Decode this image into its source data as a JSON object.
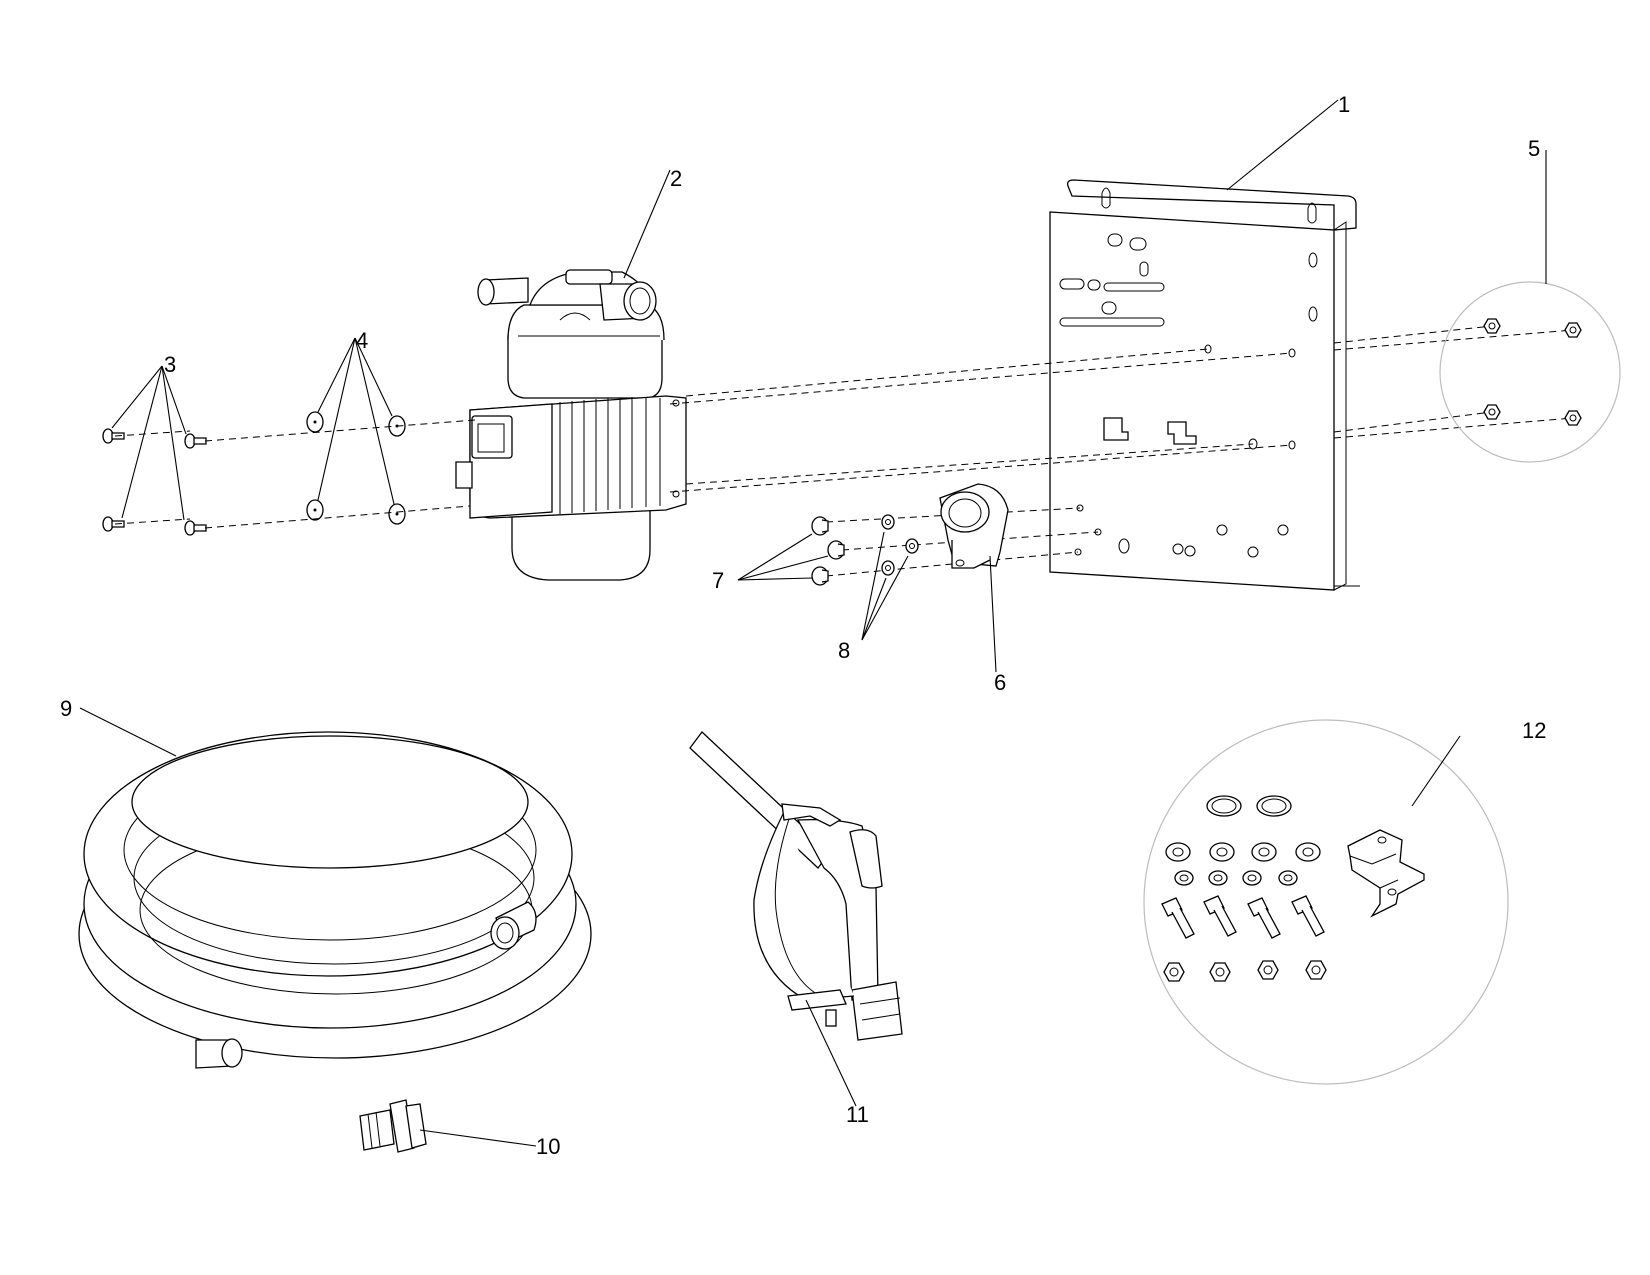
{
  "callouts": {
    "c1": "1",
    "c2": "2",
    "c3": "3",
    "c4": "4",
    "c5": "5",
    "c6": "6",
    "c7": "7",
    "c8": "8",
    "c9": "9",
    "c10": "10",
    "c11": "11",
    "c12": "12"
  },
  "colors": {
    "line": "#000000",
    "detail_circle": "#bdbdbd",
    "background": "#ffffff"
  }
}
